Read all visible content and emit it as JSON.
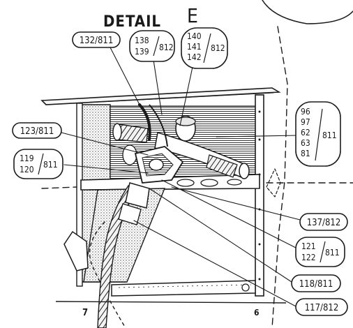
{
  "title": "DETAIL",
  "title_letter": "E",
  "callouts": [
    {
      "id": "c1",
      "lines": [
        "132/811"
      ]
    },
    {
      "id": "c2",
      "lines": [
        "138",
        "139"
      ],
      "suffix": "812"
    },
    {
      "id": "c3",
      "lines": [
        "140",
        "141",
        "142"
      ],
      "suffix": "812"
    },
    {
      "id": "c4",
      "lines": [
        "96",
        "97",
        "62",
        "63",
        "81"
      ],
      "suffix": "811"
    },
    {
      "id": "c5",
      "lines": [
        "123/811"
      ]
    },
    {
      "id": "c6",
      "lines": [
        "119",
        "120"
      ],
      "suffix": "811"
    },
    {
      "id": "c7",
      "lines": [
        "137/812"
      ]
    },
    {
      "id": "c8",
      "lines": [
        "121",
        "122"
      ],
      "suffix": "811"
    },
    {
      "id": "c9",
      "lines": [
        "118/811"
      ]
    },
    {
      "id": "c10",
      "lines": [
        "117/812"
      ]
    }
  ],
  "frame_numbers": [
    "7",
    "6"
  ]
}
